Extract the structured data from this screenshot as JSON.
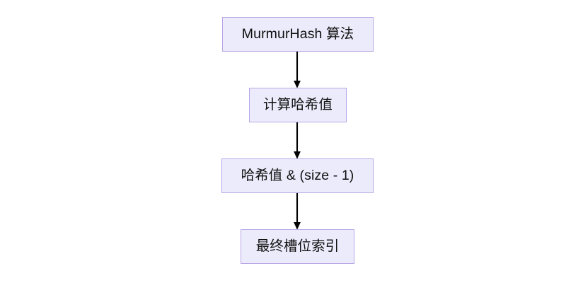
{
  "diagram": {
    "type": "flowchart",
    "orientation": "top-to-bottom",
    "background_color": "#ffffff",
    "node_fill_color": "#ecebfb",
    "node_border_color": "#b8a5e6",
    "edge_color": "#000000",
    "text_color": "#0f0f0f",
    "nodes": [
      {
        "id": "node-1",
        "label": "MurmurHash 算法"
      },
      {
        "id": "node-2",
        "label": "计算哈希值"
      },
      {
        "id": "node-3",
        "label": "哈希值 & (size - 1)"
      },
      {
        "id": "node-4",
        "label": "最终槽位索引"
      }
    ],
    "edges": [
      {
        "id": "edge-1",
        "from": "node-1",
        "to": "node-2",
        "label": ""
      },
      {
        "id": "edge-2",
        "from": "node-2",
        "to": "node-3",
        "label": ""
      },
      {
        "id": "edge-3",
        "from": "node-3",
        "to": "node-4",
        "label": ""
      }
    ]
  }
}
